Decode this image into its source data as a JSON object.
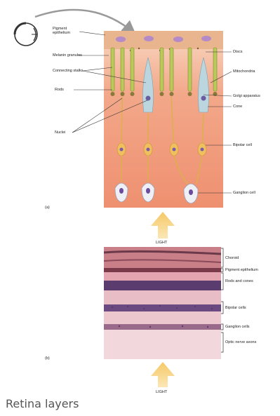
{
  "diagram": {
    "labels_left": [
      {
        "id": "pigment-epithelium-1",
        "text": "Pigment"
      },
      {
        "id": "pigment-epithelium-2",
        "text": "epithelium"
      },
      {
        "id": "melanin-granules",
        "text": "Melanin granules"
      },
      {
        "id": "connecting-stalks",
        "text": "Connecting stalks"
      },
      {
        "id": "rods",
        "text": "Rods"
      },
      {
        "id": "nuclei",
        "text": "Nuclei"
      }
    ],
    "labels_right": [
      {
        "id": "discs",
        "text": "Discs"
      },
      {
        "id": "mitochondria",
        "text": "Mitochondria"
      },
      {
        "id": "golgi",
        "text": "Golgi apparatus"
      },
      {
        "id": "cone",
        "text": "Cone"
      },
      {
        "id": "bipolar",
        "text": "Bipolar cell"
      },
      {
        "id": "ganglion",
        "text": "Ganglion cell"
      }
    ],
    "panel_a_letter": "(a)",
    "light_label_1": "LIGHT"
  },
  "micrograph": {
    "labels_right": [
      {
        "id": "choroid",
        "text": "Choroid"
      },
      {
        "id": "pigment-epithelium",
        "text": "Pigment epithelium"
      },
      {
        "id": "rods-and-cones",
        "text": "Rods and cones"
      },
      {
        "id": "bipolar-cells",
        "text": "Bipolar cells"
      },
      {
        "id": "ganglion-cells",
        "text": "Ganglion cells"
      },
      {
        "id": "optic-nerve-axons",
        "text": "Optic nerve axons"
      }
    ],
    "panel_b_letter": "(b)",
    "light_label_2": "LIGHT"
  },
  "caption": "Retina layers",
  "colors": {
    "tissue_top": "#f6cfb8",
    "tissue_bottom": "#f08d6c",
    "rod": "#b9c95a",
    "cone": "#bcd6e0",
    "bipolar": "#f0c060",
    "ganglion": "#eef0f6",
    "nucleus": "#7a5ca8",
    "arrow": "#f7d27a"
  }
}
